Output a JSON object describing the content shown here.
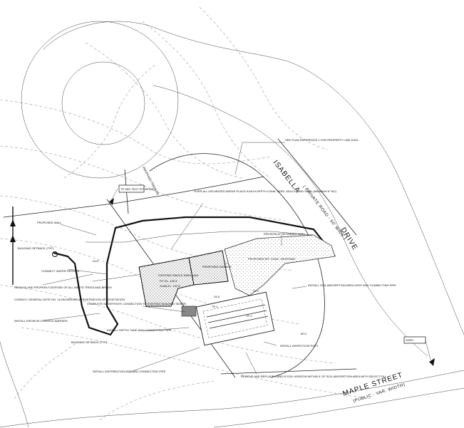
{
  "roads": {
    "isabella": {
      "name": "ISABELLA",
      "sub": "( PRIVATE ROAD - 50' WIDE )",
      "suffix": "DRIVE"
    },
    "maple": {
      "name": "MAPLE STREET",
      "sub": "(PUBLIC - VAR. WIDTH)"
    }
  },
  "notes": {
    "plan_ref": "SEE PLAN REFERENCE 1 FOR PROPERTY LINE DATA",
    "fill_note": "OVER ALL SATURATED AREAS PLACE 6-INCH DEPTH LOAM, SEED, MULCH, AND SEED (MINIMUM 6\" NO)",
    "proposed_wall": "PROPOSED WALL",
    "connect_water": "CONNECT WATER SERVICE",
    "remove_dispose": "REMOVE AND PROPERLY DISPOSE OF ALL WASTE TREES AND BRUSH",
    "consult": "CONSULT GENERAL NOTE NO. 16 REGARDING PRESERVATION OF VEGETATION",
    "install_erosion": "INSTALL EROSION CONTROL BARRIER",
    "complete_water": "COMPLETE WATERTIGHT CONNECTION TO EXISTING BUILDING SEWER",
    "install_septic": "INSTALL SEPTIC TANK AND CONNECTING PIPE",
    "install_distribution": "INSTALL DISTRIBUTION BOX AND CONNECTING PIPE",
    "install_soil": "INSTALL SOIL ABSORPTION AREA VENT AND CONNECTING PIPE",
    "install_inspection": "INSTALL INSPECTION PORT",
    "remove_replace": "REMOVE AND REPLACE 4 AND B SOIL HORIZON WITHIN 5' OF SOIL ABSORPTION AREA WITH SELECT FILL",
    "proposed_tree_line": "PROPOSED TREE LINE",
    "building_setback": "BUILDING SETBACK (TYP)",
    "erosion_line": "EROSION AT RETAINING WALL",
    "shed_note": "SHED",
    "tp_note": "TP SEE TEST PIT DETAILS"
  },
  "building": {
    "existing": "EXISTING SINGLE DWELLING",
    "ff": "F.F. EL. 132.6",
    "slab": "SLAB EL. 131.5",
    "garage": "PROPOSED GARAGE",
    "driveway": "PROPOSED BIT. CONC. DRIVEWAY"
  },
  "dims": {
    "d1": "24.6'",
    "d2": "12.0'",
    "d3": "50.0'",
    "d4": "24.8'",
    "tp1": "TP-1",
    "tp2": "TP-2"
  },
  "colors": {
    "ink": "#111111",
    "contour": "#9a9a9a",
    "hatch": "#555555"
  }
}
